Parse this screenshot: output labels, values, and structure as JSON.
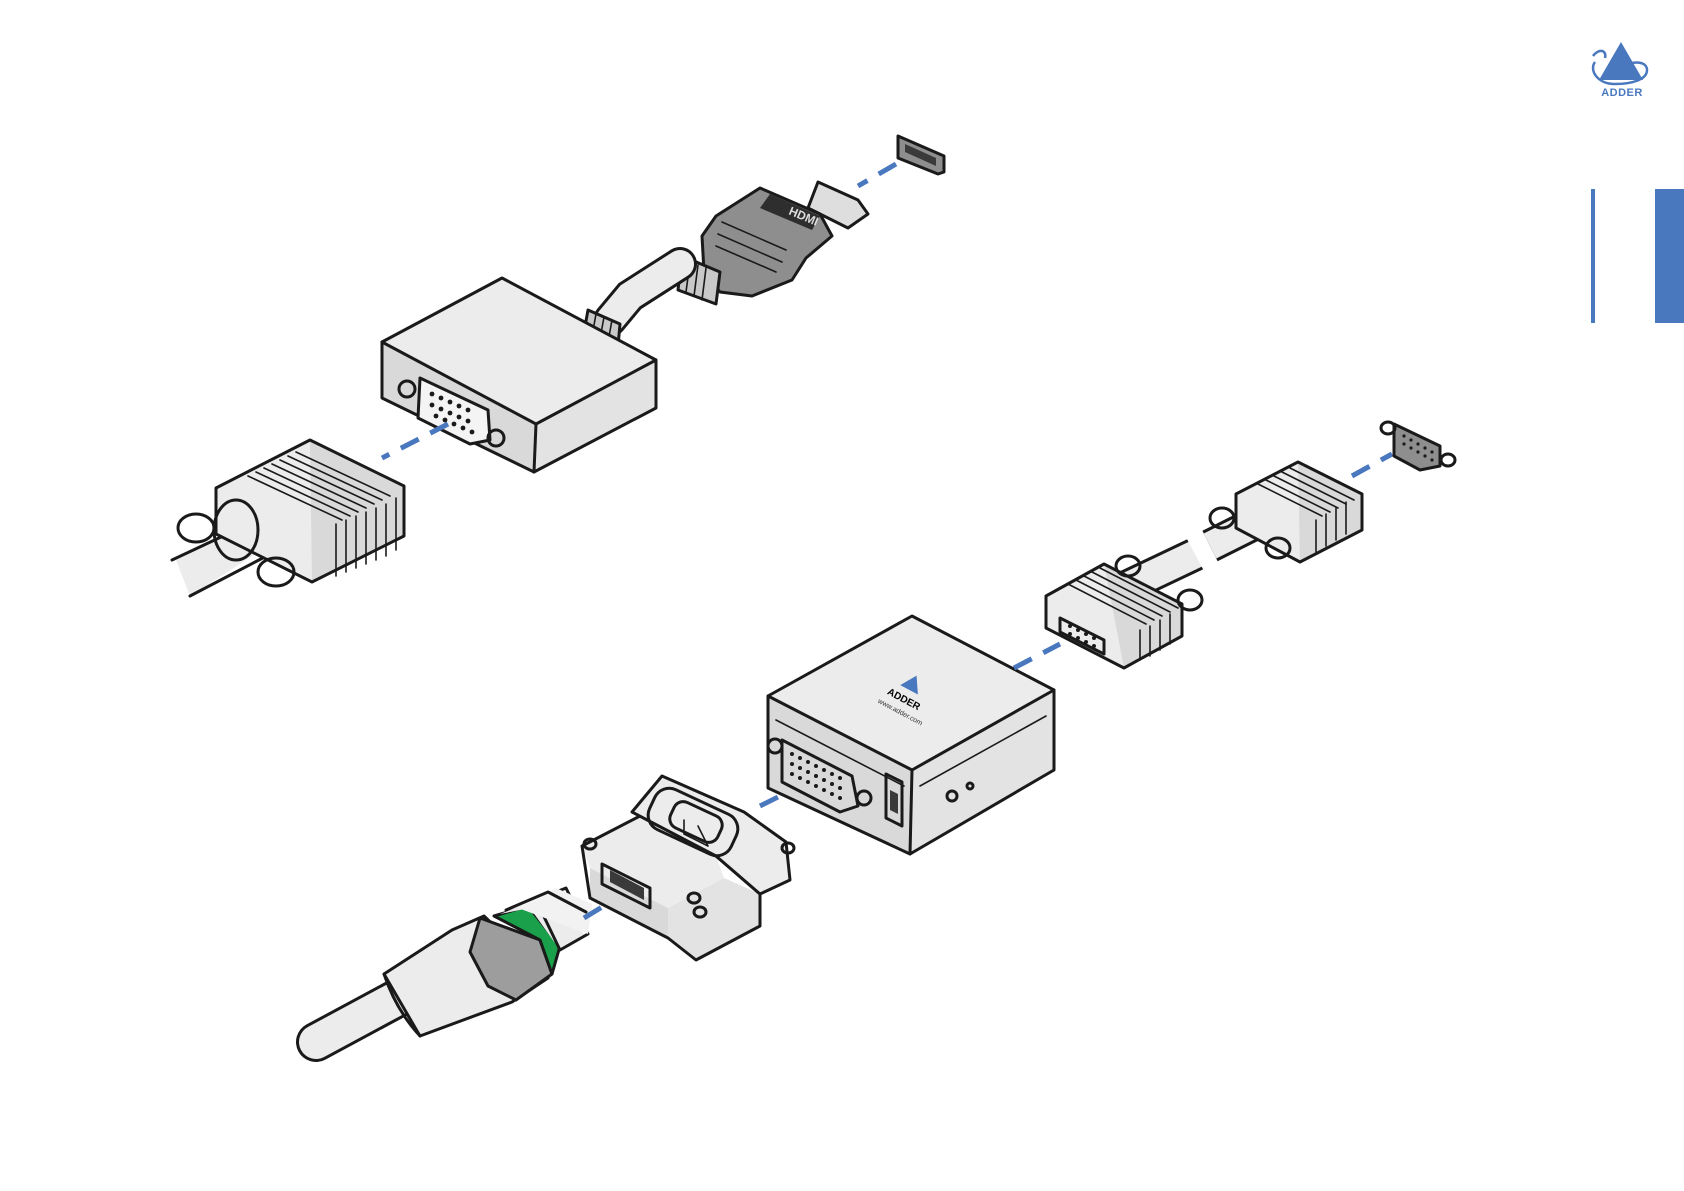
{
  "brand": {
    "name": "ADDER",
    "url": "www.adder.com",
    "accent": "#4a78bf",
    "icon": "adder-snake-logo-icon"
  },
  "labels": {
    "hdmi_plug": "HDMI"
  },
  "colors": {
    "outline": "#1a1a1a",
    "body": "#ececec",
    "shade": "#d9d9d9",
    "plug_dark": "#8e8e8e",
    "ring_green": "#1aa04a",
    "connection_dash": "#4a78bf"
  }
}
